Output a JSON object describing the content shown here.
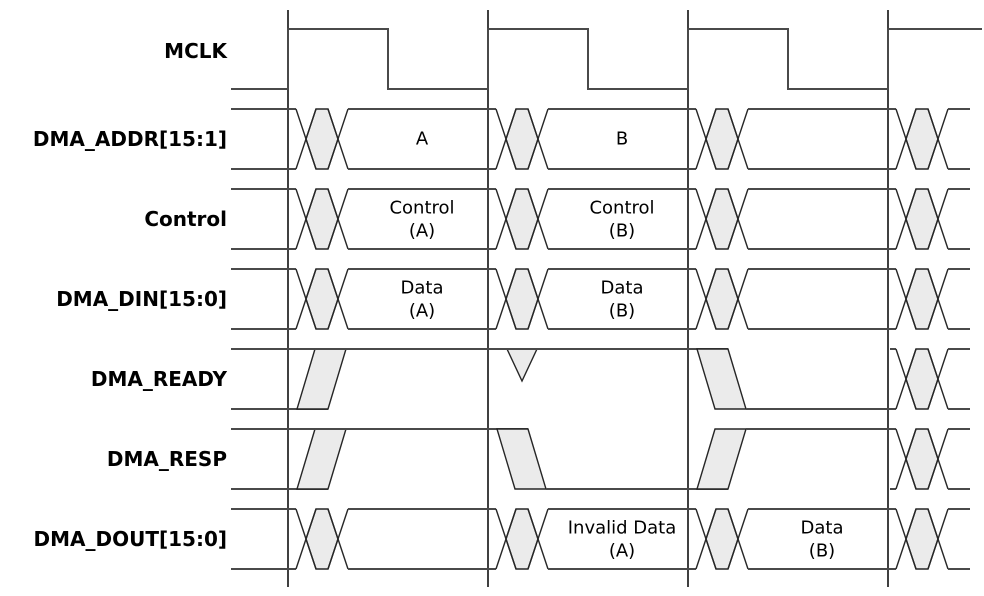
{
  "diagram": {
    "colors": {
      "background": "#ffffff",
      "rail": "#4a4a4a",
      "edge": "#262626",
      "gridline": "#404040",
      "fill": "#ebebeb",
      "text": "#000000"
    },
    "clock_edges_x": [
      288,
      488,
      688,
      888
    ],
    "signals": [
      {
        "name": "MCLK",
        "type": "clock"
      },
      {
        "name": "DMA_ADDR[15:1]",
        "type": "bus",
        "values": [
          {
            "slot": 0,
            "lines": [
              "A"
            ]
          },
          {
            "slot": 1,
            "lines": [
              "B"
            ]
          }
        ]
      },
      {
        "name": "Control",
        "type": "bus",
        "values": [
          {
            "slot": 0,
            "lines": [
              "Control",
              "(A)"
            ]
          },
          {
            "slot": 1,
            "lines": [
              "Control",
              "(B)"
            ]
          }
        ]
      },
      {
        "name": "DMA_DIN[15:0]",
        "type": "bus",
        "values": [
          {
            "slot": 0,
            "lines": [
              "Data",
              "(A)"
            ]
          },
          {
            "slot": 1,
            "lines": [
              "Data",
              "(B)"
            ]
          }
        ]
      },
      {
        "name": "DMA_READY",
        "type": "single",
        "start": "both",
        "events": [
          {
            "edge": 0,
            "kind": "rise"
          },
          {
            "edge": 1,
            "kind": "glitch-low"
          },
          {
            "edge": 2,
            "kind": "fall"
          },
          {
            "edge": 3,
            "kind": "unknown"
          }
        ]
      },
      {
        "name": "DMA_RESP",
        "type": "single",
        "start": "both",
        "events": [
          {
            "edge": 0,
            "kind": "rise"
          },
          {
            "edge": 1,
            "kind": "fall"
          },
          {
            "edge": 2,
            "kind": "rise"
          },
          {
            "edge": 3,
            "kind": "unknown"
          }
        ]
      },
      {
        "name": "DMA_DOUT[15:0]",
        "type": "bus",
        "values": [
          {
            "slot": 1,
            "lines": [
              "Invalid Data",
              "(A)"
            ]
          },
          {
            "slot": 2,
            "lines": [
              "Data",
              "(B)"
            ]
          }
        ]
      }
    ]
  }
}
